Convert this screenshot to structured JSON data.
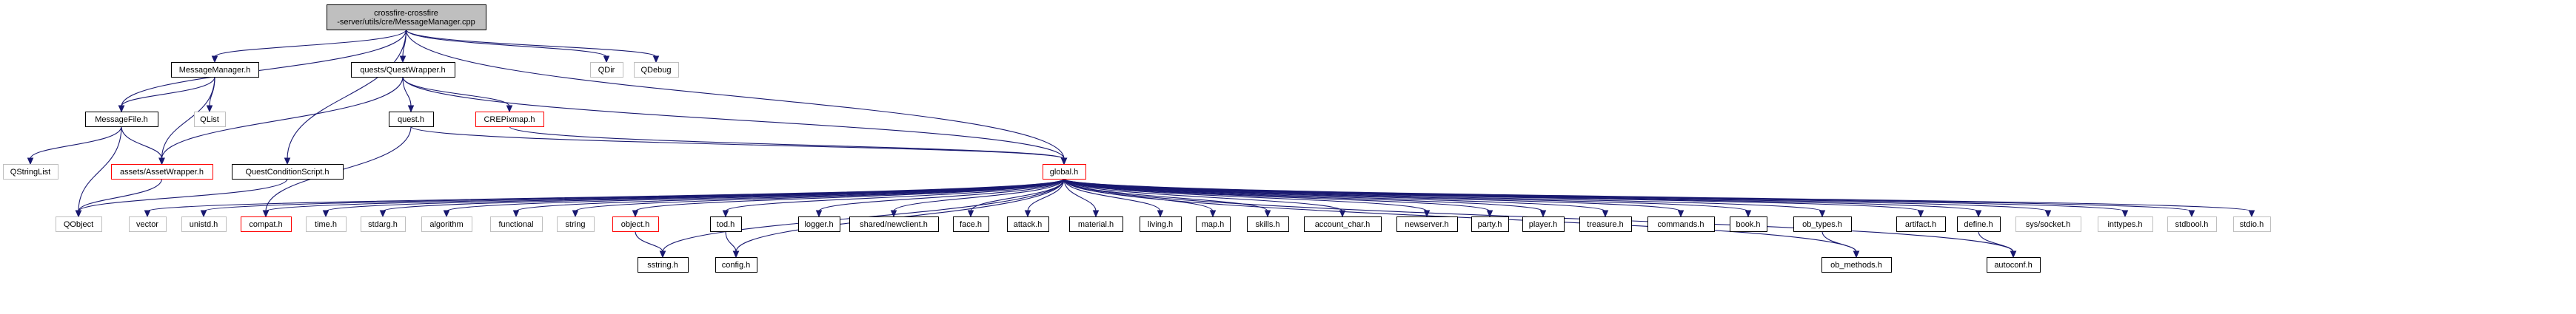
{
  "diagram": {
    "colors": {
      "root_fill": "#bfbfbf",
      "normal_border": "#000000",
      "missing_border": "#bfbfbf",
      "redirect_border": "#ff0000",
      "node_fill": "#ffffff",
      "edge": "#191970"
    },
    "nodes": [
      {
        "id": "root",
        "label": "crossfire-crossfire\n-server/utils/cre/MessageManager.cpp",
        "style": "root"
      },
      {
        "id": "MessageManager_h",
        "label": "MessageManager.h",
        "style": "normal"
      },
      {
        "id": "QuestWrapper_h",
        "label": "quests/QuestWrapper.h",
        "style": "normal"
      },
      {
        "id": "QDir",
        "label": "QDir",
        "style": "missing"
      },
      {
        "id": "QDebug",
        "label": "QDebug",
        "style": "missing"
      },
      {
        "id": "MessageFile_h",
        "label": "MessageFile.h",
        "style": "normal"
      },
      {
        "id": "QList",
        "label": "QList",
        "style": "missing"
      },
      {
        "id": "quest_h",
        "label": "quest.h",
        "style": "normal"
      },
      {
        "id": "CREPixmap_h",
        "label": "CREPixmap.h",
        "style": "redirect"
      },
      {
        "id": "QStringList",
        "label": "QStringList",
        "style": "missing"
      },
      {
        "id": "AssetWrapper_h",
        "label": "assets/AssetWrapper.h",
        "style": "redirect"
      },
      {
        "id": "QuestConditionScript_h",
        "label": "QuestConditionScript.h",
        "style": "normal"
      },
      {
        "id": "global_h",
        "label": "global.h",
        "style": "redirect"
      },
      {
        "id": "QObject",
        "label": "QObject",
        "style": "missing"
      },
      {
        "id": "vector",
        "label": "vector",
        "style": "missing"
      },
      {
        "id": "unistd_h",
        "label": "unistd.h",
        "style": "missing"
      },
      {
        "id": "compat_h",
        "label": "compat.h",
        "style": "redirect"
      },
      {
        "id": "time_h",
        "label": "time.h",
        "style": "missing"
      },
      {
        "id": "stdarg_h",
        "label": "stdarg.h",
        "style": "missing"
      },
      {
        "id": "algorithm",
        "label": "algorithm",
        "style": "missing"
      },
      {
        "id": "functional",
        "label": "functional",
        "style": "missing"
      },
      {
        "id": "string",
        "label": "string",
        "style": "missing"
      },
      {
        "id": "object_h",
        "label": "object.h",
        "style": "redirect"
      },
      {
        "id": "tod_h",
        "label": "tod.h",
        "style": "normal"
      },
      {
        "id": "logger_h",
        "label": "logger.h",
        "style": "normal"
      },
      {
        "id": "newclient_h",
        "label": "shared/newclient.h",
        "style": "normal"
      },
      {
        "id": "face_h",
        "label": "face.h",
        "style": "normal"
      },
      {
        "id": "attack_h",
        "label": "attack.h",
        "style": "normal"
      },
      {
        "id": "material_h",
        "label": "material.h",
        "style": "normal"
      },
      {
        "id": "living_h",
        "label": "living.h",
        "style": "normal"
      },
      {
        "id": "map_h",
        "label": "map.h",
        "style": "normal"
      },
      {
        "id": "skills_h",
        "label": "skills.h",
        "style": "normal"
      },
      {
        "id": "account_char_h",
        "label": "account_char.h",
        "style": "normal"
      },
      {
        "id": "newserver_h",
        "label": "newserver.h",
        "style": "normal"
      },
      {
        "id": "party_h",
        "label": "party.h",
        "style": "normal"
      },
      {
        "id": "player_h",
        "label": "player.h",
        "style": "normal"
      },
      {
        "id": "treasure_h",
        "label": "treasure.h",
        "style": "normal"
      },
      {
        "id": "commands_h",
        "label": "commands.h",
        "style": "normal"
      },
      {
        "id": "book_h",
        "label": "book.h",
        "style": "normal"
      },
      {
        "id": "ob_types_h",
        "label": "ob_types.h",
        "style": "normal"
      },
      {
        "id": "artifact_h",
        "label": "artifact.h",
        "style": "normal"
      },
      {
        "id": "define_h",
        "label": "define.h",
        "style": "normal"
      },
      {
        "id": "socket_h",
        "label": "sys/socket.h",
        "style": "missing"
      },
      {
        "id": "inttypes_h",
        "label": "inttypes.h",
        "style": "missing"
      },
      {
        "id": "stdbool_h",
        "label": "stdbool.h",
        "style": "missing"
      },
      {
        "id": "stdio_h",
        "label": "stdio.h",
        "style": "missing"
      },
      {
        "id": "sstring_h",
        "label": "sstring.h",
        "style": "normal"
      },
      {
        "id": "config_h",
        "label": "config.h",
        "style": "normal"
      },
      {
        "id": "ob_methods_h",
        "label": "ob_methods.h",
        "style": "normal"
      },
      {
        "id": "autoconf_h",
        "label": "autoconf.h",
        "style": "normal"
      }
    ],
    "edges": [
      [
        "root",
        "MessageManager_h"
      ],
      [
        "root",
        "QuestWrapper_h"
      ],
      [
        "root",
        "QDir"
      ],
      [
        "root",
        "QDebug"
      ],
      [
        "root",
        "MessageFile_h"
      ],
      [
        "root",
        "global_h"
      ],
      [
        "root",
        "QuestConditionScript_h"
      ],
      [
        "MessageManager_h",
        "MessageFile_h"
      ],
      [
        "MessageManager_h",
        "QList"
      ],
      [
        "MessageManager_h",
        "AssetWrapper_h"
      ],
      [
        "MessageFile_h",
        "QStringList"
      ],
      [
        "MessageFile_h",
        "QObject"
      ],
      [
        "MessageFile_h",
        "AssetWrapper_h"
      ],
      [
        "QuestWrapper_h",
        "AssetWrapper_h"
      ],
      [
        "QuestWrapper_h",
        "quest_h"
      ],
      [
        "QuestWrapper_h",
        "CREPixmap_h"
      ],
      [
        "QuestWrapper_h",
        "global_h"
      ],
      [
        "AssetWrapper_h",
        "QObject"
      ],
      [
        "QuestConditionScript_h",
        "QObject"
      ],
      [
        "quest_h",
        "global_h"
      ],
      [
        "quest_h",
        "compat_h"
      ],
      [
        "CREPixmap_h",
        "global_h"
      ],
      [
        "global_h",
        "vector"
      ],
      [
        "global_h",
        "unistd_h"
      ],
      [
        "global_h",
        "compat_h"
      ],
      [
        "global_h",
        "time_h"
      ],
      [
        "global_h",
        "stdarg_h"
      ],
      [
        "global_h",
        "algorithm"
      ],
      [
        "global_h",
        "functional"
      ],
      [
        "global_h",
        "string"
      ],
      [
        "global_h",
        "object_h"
      ],
      [
        "global_h",
        "sstring_h"
      ],
      [
        "global_h",
        "tod_h"
      ],
      [
        "global_h",
        "config_h"
      ],
      [
        "global_h",
        "logger_h"
      ],
      [
        "global_h",
        "newclient_h"
      ],
      [
        "global_h",
        "face_h"
      ],
      [
        "global_h",
        "attack_h"
      ],
      [
        "global_h",
        "material_h"
      ],
      [
        "global_h",
        "living_h"
      ],
      [
        "global_h",
        "map_h"
      ],
      [
        "global_h",
        "skills_h"
      ],
      [
        "global_h",
        "account_char_h"
      ],
      [
        "global_h",
        "newserver_h"
      ],
      [
        "global_h",
        "party_h"
      ],
      [
        "global_h",
        "player_h"
      ],
      [
        "global_h",
        "treasure_h"
      ],
      [
        "global_h",
        "commands_h"
      ],
      [
        "global_h",
        "book_h"
      ],
      [
        "global_h",
        "ob_types_h"
      ],
      [
        "global_h",
        "ob_methods_h"
      ],
      [
        "global_h",
        "artifact_h"
      ],
      [
        "global_h",
        "define_h"
      ],
      [
        "global_h",
        "autoconf_h"
      ],
      [
        "global_h",
        "socket_h"
      ],
      [
        "global_h",
        "inttypes_h"
      ],
      [
        "global_h",
        "stdbool_h"
      ],
      [
        "global_h",
        "stdio_h"
      ],
      [
        "object_h",
        "sstring_h"
      ],
      [
        "tod_h",
        "config_h"
      ],
      [
        "ob_types_h",
        "ob_methods_h"
      ],
      [
        "define_h",
        "autoconf_h"
      ]
    ]
  }
}
